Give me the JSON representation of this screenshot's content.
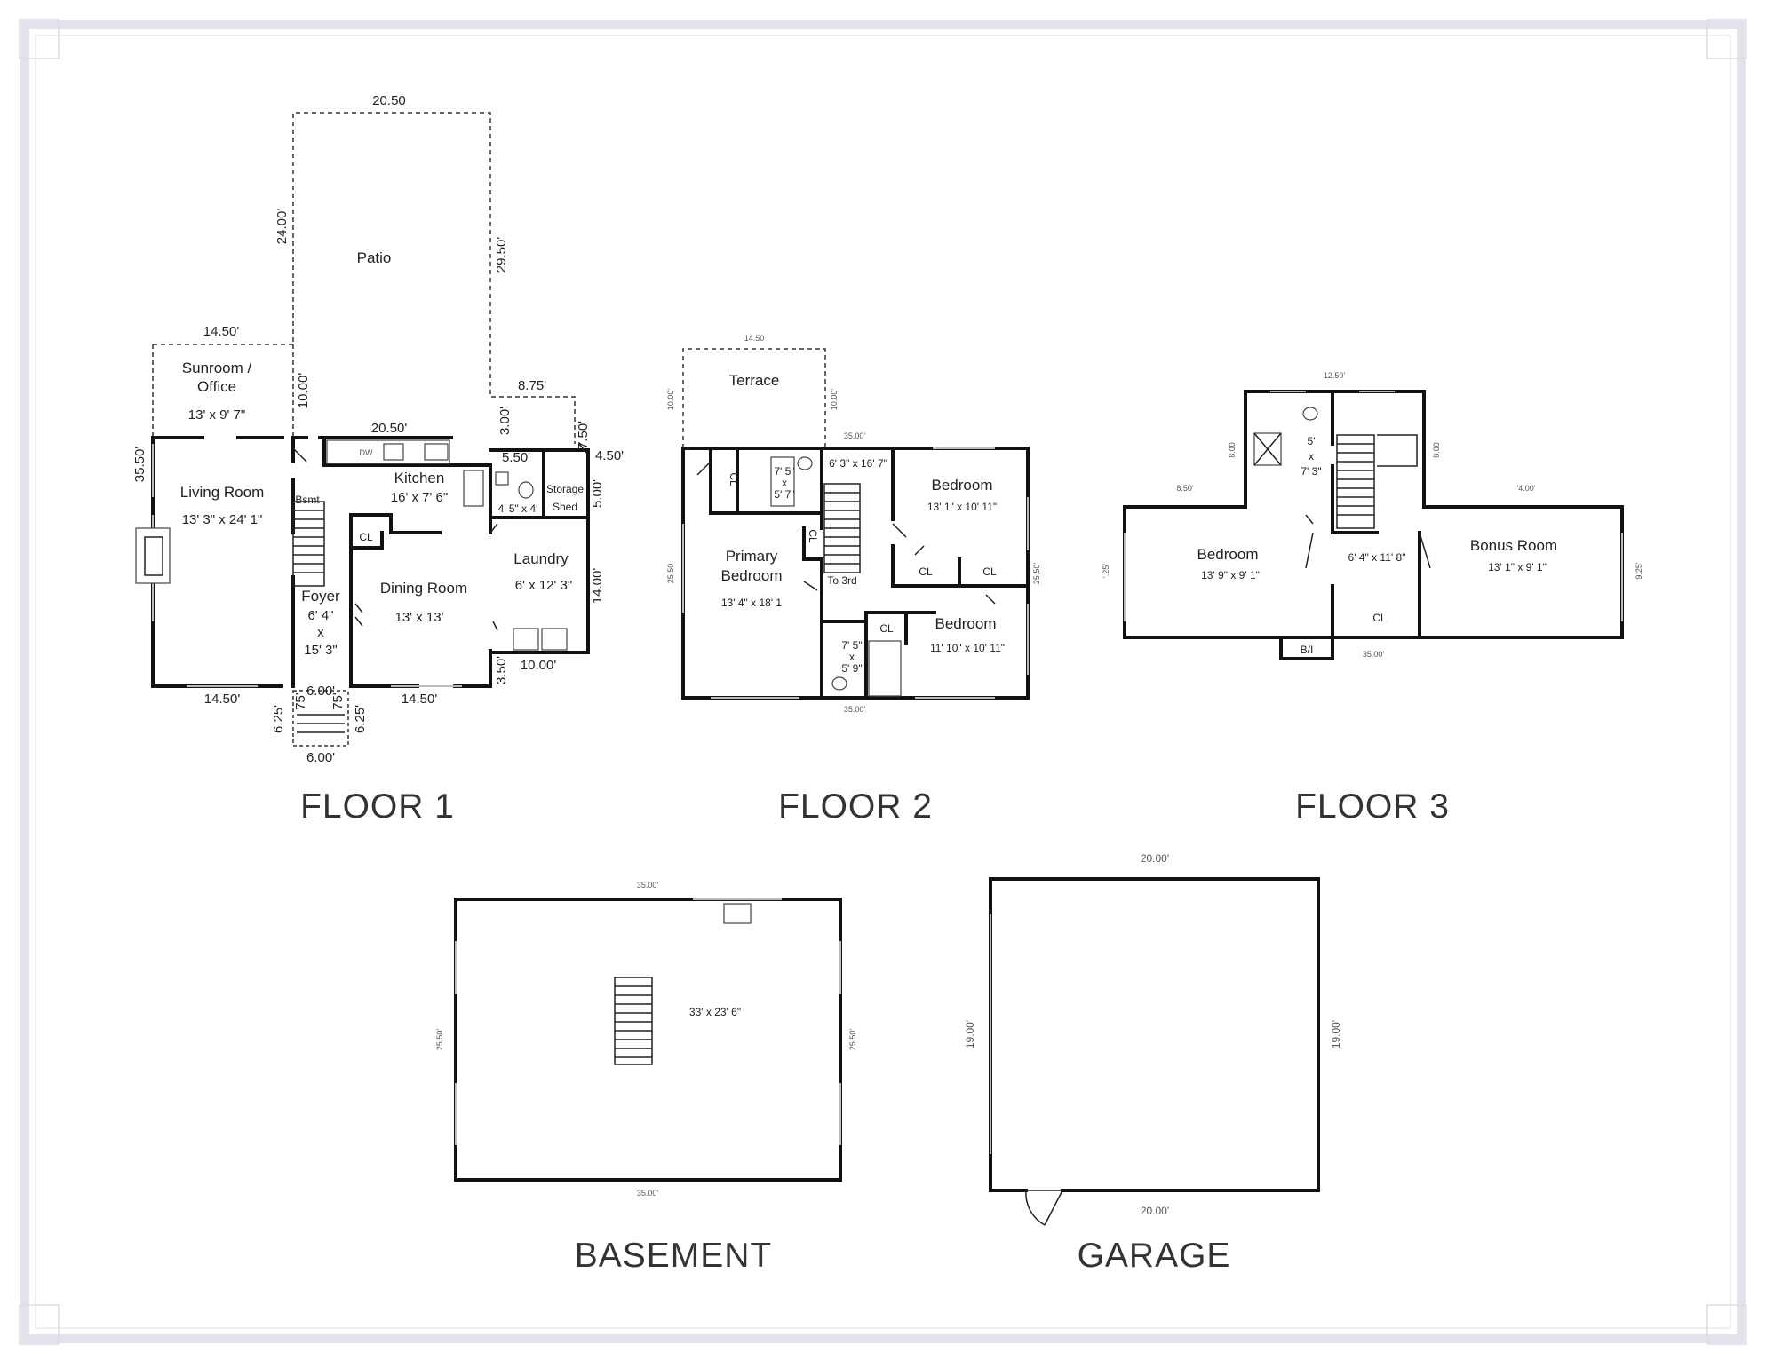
{
  "plans": {
    "floor1": {
      "title": "FLOOR 1",
      "rooms": {
        "patio": "Patio",
        "sunroom1": "Sunroom /",
        "sunroom2": "Office",
        "sunroom_size": "13' x 9' 7\"",
        "living": "Living Room",
        "living_size": "13' 3\" x 24' 1\"",
        "kitchen": "Kitchen",
        "kitchen_size": "16' x 7' 6\"",
        "dw": "DW",
        "bsmt": "Bsmt",
        "cl": "CL",
        "foyer": "Foyer",
        "foyer_w": "6' 4\"",
        "x": "x",
        "foyer_l": "15' 3\"",
        "dining": "Dining Room",
        "dining_size": "13' x 13'",
        "bath_size": "4' 5\" x 4'",
        "storage1": "Storage",
        "storage2": "Shed",
        "laundry": "Laundry",
        "laundry_size": "6' x 12' 3\""
      },
      "dims": {
        "patio_top": "20.50",
        "patio_left": "24.00'",
        "patio_right": "29.50'",
        "sun_top": "14.50'",
        "sun_right": "10.00'",
        "left": "35.50'",
        "kitchen_top": "20.50'",
        "step_a": "8.75'",
        "step_b": "3.00'",
        "step_c": "7.50'",
        "step_d": "5.50'",
        "step_e": "4.50'",
        "right_a": "5.00'",
        "right_b": "14.00'",
        "bottom_left": "14.50'",
        "bottom_mid": "14.50'",
        "bottom_right": "10.00'",
        "right_c": "3.50'",
        "stoop_top": "6.00'",
        "stoop_bottom": "6.00'",
        "stoop_l": "6.25'",
        "stoop_r": "6.25'",
        "stoop_l2": "75'",
        "stoop_r2": "75'"
      }
    },
    "floor2": {
      "title": "FLOOR 2",
      "rooms": {
        "terrace": "Terrace",
        "cl_a": "CL",
        "bath1_a": "7' 5\"",
        "bath1_x": "x",
        "bath1_b": "5' 7\"",
        "hall_size": "6' 3\" x 16' 7\"",
        "bedroom_a": "Bedroom",
        "bedroom_a_size": "13' 1\" x 10' 11\"",
        "primary1": "Primary",
        "primary2": "Bedroom",
        "primary_size": "13' 4\" x 18' 1",
        "cl_b": "CL",
        "to3rd": "To 3rd",
        "cl_c": "CL",
        "cl_d": "CL",
        "cl_e": "CL",
        "bath2_a": "7' 5\"",
        "bath2_x": "x",
        "bath2_b": "5' 9\"",
        "bedroom_b": "Bedroom",
        "bedroom_b_size": "11' 10\" x 10' 11\""
      },
      "dims": {
        "terrace_top": "14.50",
        "terrace_l": "10.00'",
        "terrace_r": "10.00'",
        "top": "35.00'",
        "left": "25.50",
        "right": "25.50'",
        "bottom": "35.00'"
      }
    },
    "floor3": {
      "title": "FLOOR 3",
      "rooms": {
        "bath_a": "5'",
        "bath_x": "x",
        "bath_b": "7' 3\"",
        "bedroom": "Bedroom",
        "bedroom_size": "13' 9\" x 9' 1\"",
        "hall_size": "6' 4\" x 11' 8\"",
        "bonus": "Bonus  Room",
        "bonus_size": "13' 1\" x 9' 1\"",
        "cl": "CL",
        "bi": "B/I"
      },
      "dims": {
        "top": "12.50'",
        "bath_l": "8.00",
        "bath_r": "8.00",
        "wing_l": "8.50'",
        "wing_r": "'4.00'",
        "left": "'.25'",
        "right": "9.25'",
        "bottom": "35.00'"
      }
    },
    "basement": {
      "title": "BASEMENT",
      "rooms": {
        "size": "33' x 23' 6\""
      },
      "dims": {
        "top": "35.00'",
        "bottom": "35.00'",
        "left": "25.50'",
        "right": "25.50'"
      }
    },
    "garage": {
      "title": "GARAGE",
      "dims": {
        "top": "20.00'",
        "bottom": "20.00'",
        "left": "19.00'",
        "right": "19.00'"
      }
    }
  }
}
